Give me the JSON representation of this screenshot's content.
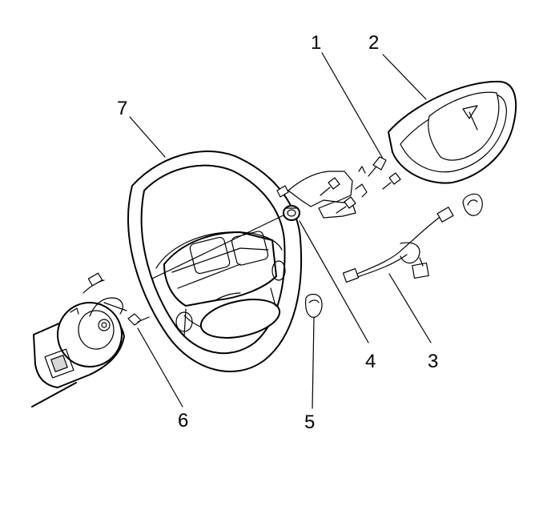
{
  "diagram": {
    "type": "exploded-assembly-line-drawing",
    "callouts": [
      {
        "id": "c1",
        "label": "1"
      },
      {
        "id": "c2",
        "label": "2"
      },
      {
        "id": "c3",
        "label": "3"
      },
      {
        "id": "c4",
        "label": "4"
      },
      {
        "id": "c5",
        "label": "5"
      },
      {
        "id": "c6",
        "label": "6"
      },
      {
        "id": "c7",
        "label": "7"
      }
    ],
    "colors": {
      "ink": "#000000",
      "background": "#ffffff",
      "shade": "#d7d7d7"
    }
  }
}
